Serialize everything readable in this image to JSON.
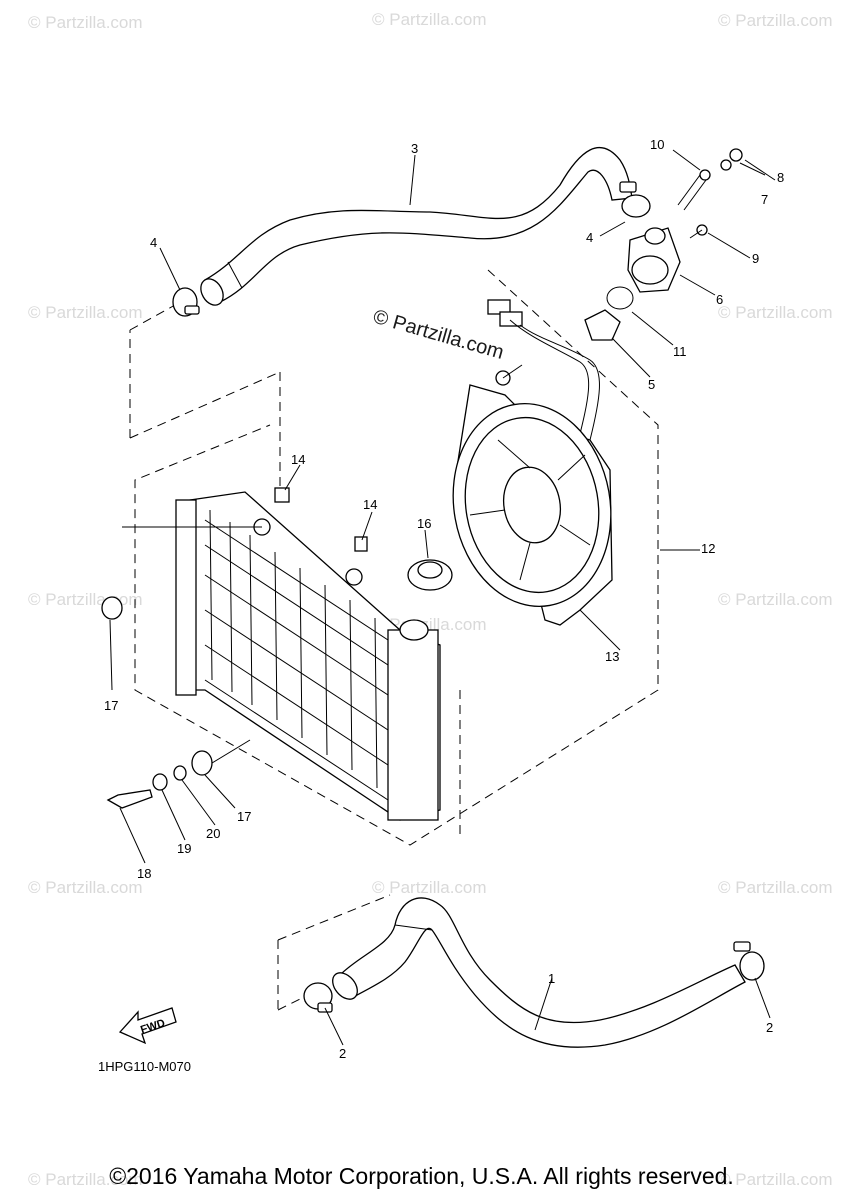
{
  "diagram": {
    "code": "1HPG110-M070",
    "fwd_label": "FWD",
    "copyright_footer": "©2016 Yamaha Motor Corporation, U.S.A. All rights reserved.",
    "center_watermark": "© Partzilla.com",
    "watermark_text": "© Partzilla.com",
    "callouts": {
      "c1": "1",
      "c2a": "2",
      "c2b": "2",
      "c3": "3",
      "c4a": "4",
      "c4b": "4",
      "c5": "5",
      "c6": "6",
      "c7": "7",
      "c8": "8",
      "c9": "9",
      "c10": "10",
      "c11": "11",
      "c12": "12",
      "c13": "13",
      "c14a": "14",
      "c14b": "14",
      "c16": "16",
      "c17a": "17",
      "c17b": "17",
      "c18": "18",
      "c19": "19",
      "c20": "20"
    }
  }
}
